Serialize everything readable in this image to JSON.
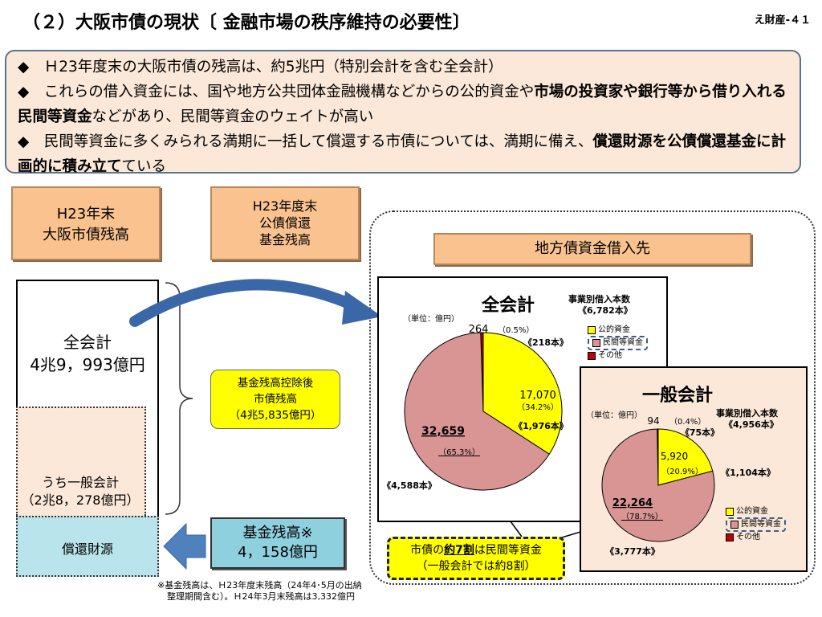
{
  "header": {
    "title": "（２）大阪市債の現状〔 金融市場の秩序維持の必要性〕",
    "page_no": "え財産-４１"
  },
  "summary": {
    "bullet1": "◆　Ｈ23年度末の大阪市債の残高は、約5兆円（特別会計を含む全会計）",
    "bullet2_pre": "◆　これらの借入資金には、国や地方公共団体金融機構などからの公的資金や",
    "bullet2_bold": "市場の投資家や銀行等から借り入れる民間等資金",
    "bullet2_post": "などがあり、民間等資金のウェイトが高い",
    "bullet3_pre": "◆　民間等資金に多くみられる満期に一括して償還する市債については、満期に備え、",
    "bullet3_bold": "償還財源を公債償還基金に計画的に積み立て",
    "bullet3_post": "ている"
  },
  "left": {
    "h23_osaka_line1": "H23年末",
    "h23_osaka_line2": "大阪市債残高",
    "h23_fund_line1": "H23年度末",
    "h23_fund_line2": "公債償還",
    "h23_fund_line3": "基金残高",
    "total_label": "全会計",
    "total_value": "4兆9，993億円",
    "general_label": "うち一般会計",
    "general_value": "（2兆8，278億円）",
    "fund_label": "償還財源",
    "after_line1": "基金残高控除後",
    "after_line2": "市債残高",
    "after_line3": "（4兆5,835億円）",
    "fund_box_line1": "基金残高※",
    "fund_box_line2": "4，158億円",
    "note_line1": "※基金残高は、Ｈ23年度末残高（24年4･5月の出納",
    "note_line2": "整理期間含む）。Ｈ24年3月末残高は3,332億円"
  },
  "right": {
    "lender_title": "地方債資金借入先",
    "callout_line1_pre": "市債の",
    "callout_line1_bold": "約7割",
    "callout_line1_post": "は民間等資金",
    "callout_line2": "（一般会計では約8割）"
  },
  "colors": {
    "public": "#ffff00",
    "private": "#d99594",
    "other": "#c00000",
    "accent_border": "#3b5b8c",
    "arrow": "#3a67a8"
  },
  "chart_data": [
    {
      "type": "pie",
      "title": "全会計",
      "unit_label": "（単位：億円）",
      "counts_title": "事業別借入本数",
      "counts_total": "《6,782本》",
      "legend": [
        "公的資金",
        "民間等資金",
        "その他"
      ],
      "values": [
        17070,
        32659,
        264
      ],
      "percent_labels": [
        "（34.2%）",
        "（65.3%）",
        "（0.5%）"
      ],
      "value_labels": [
        "17,070",
        "32,659",
        "264"
      ],
      "count_labels": [
        "《1,976本》",
        "《4,588本》",
        "《218本》"
      ]
    },
    {
      "type": "pie",
      "title": "一般会計",
      "unit_label": "（単位：億円）",
      "counts_title": "事業別借入本数",
      "counts_total": "《4,956本》",
      "legend": [
        "公的資金",
        "民間等資金",
        "その他"
      ],
      "values": [
        5920,
        22264,
        94
      ],
      "percent_labels": [
        "（20.9%）",
        "（78.7%）",
        "（0.4%）"
      ],
      "value_labels": [
        "5,920",
        "22,264",
        "94"
      ],
      "count_labels": [
        "《1,104本》",
        "《3,777本》",
        "《75本》"
      ]
    }
  ]
}
